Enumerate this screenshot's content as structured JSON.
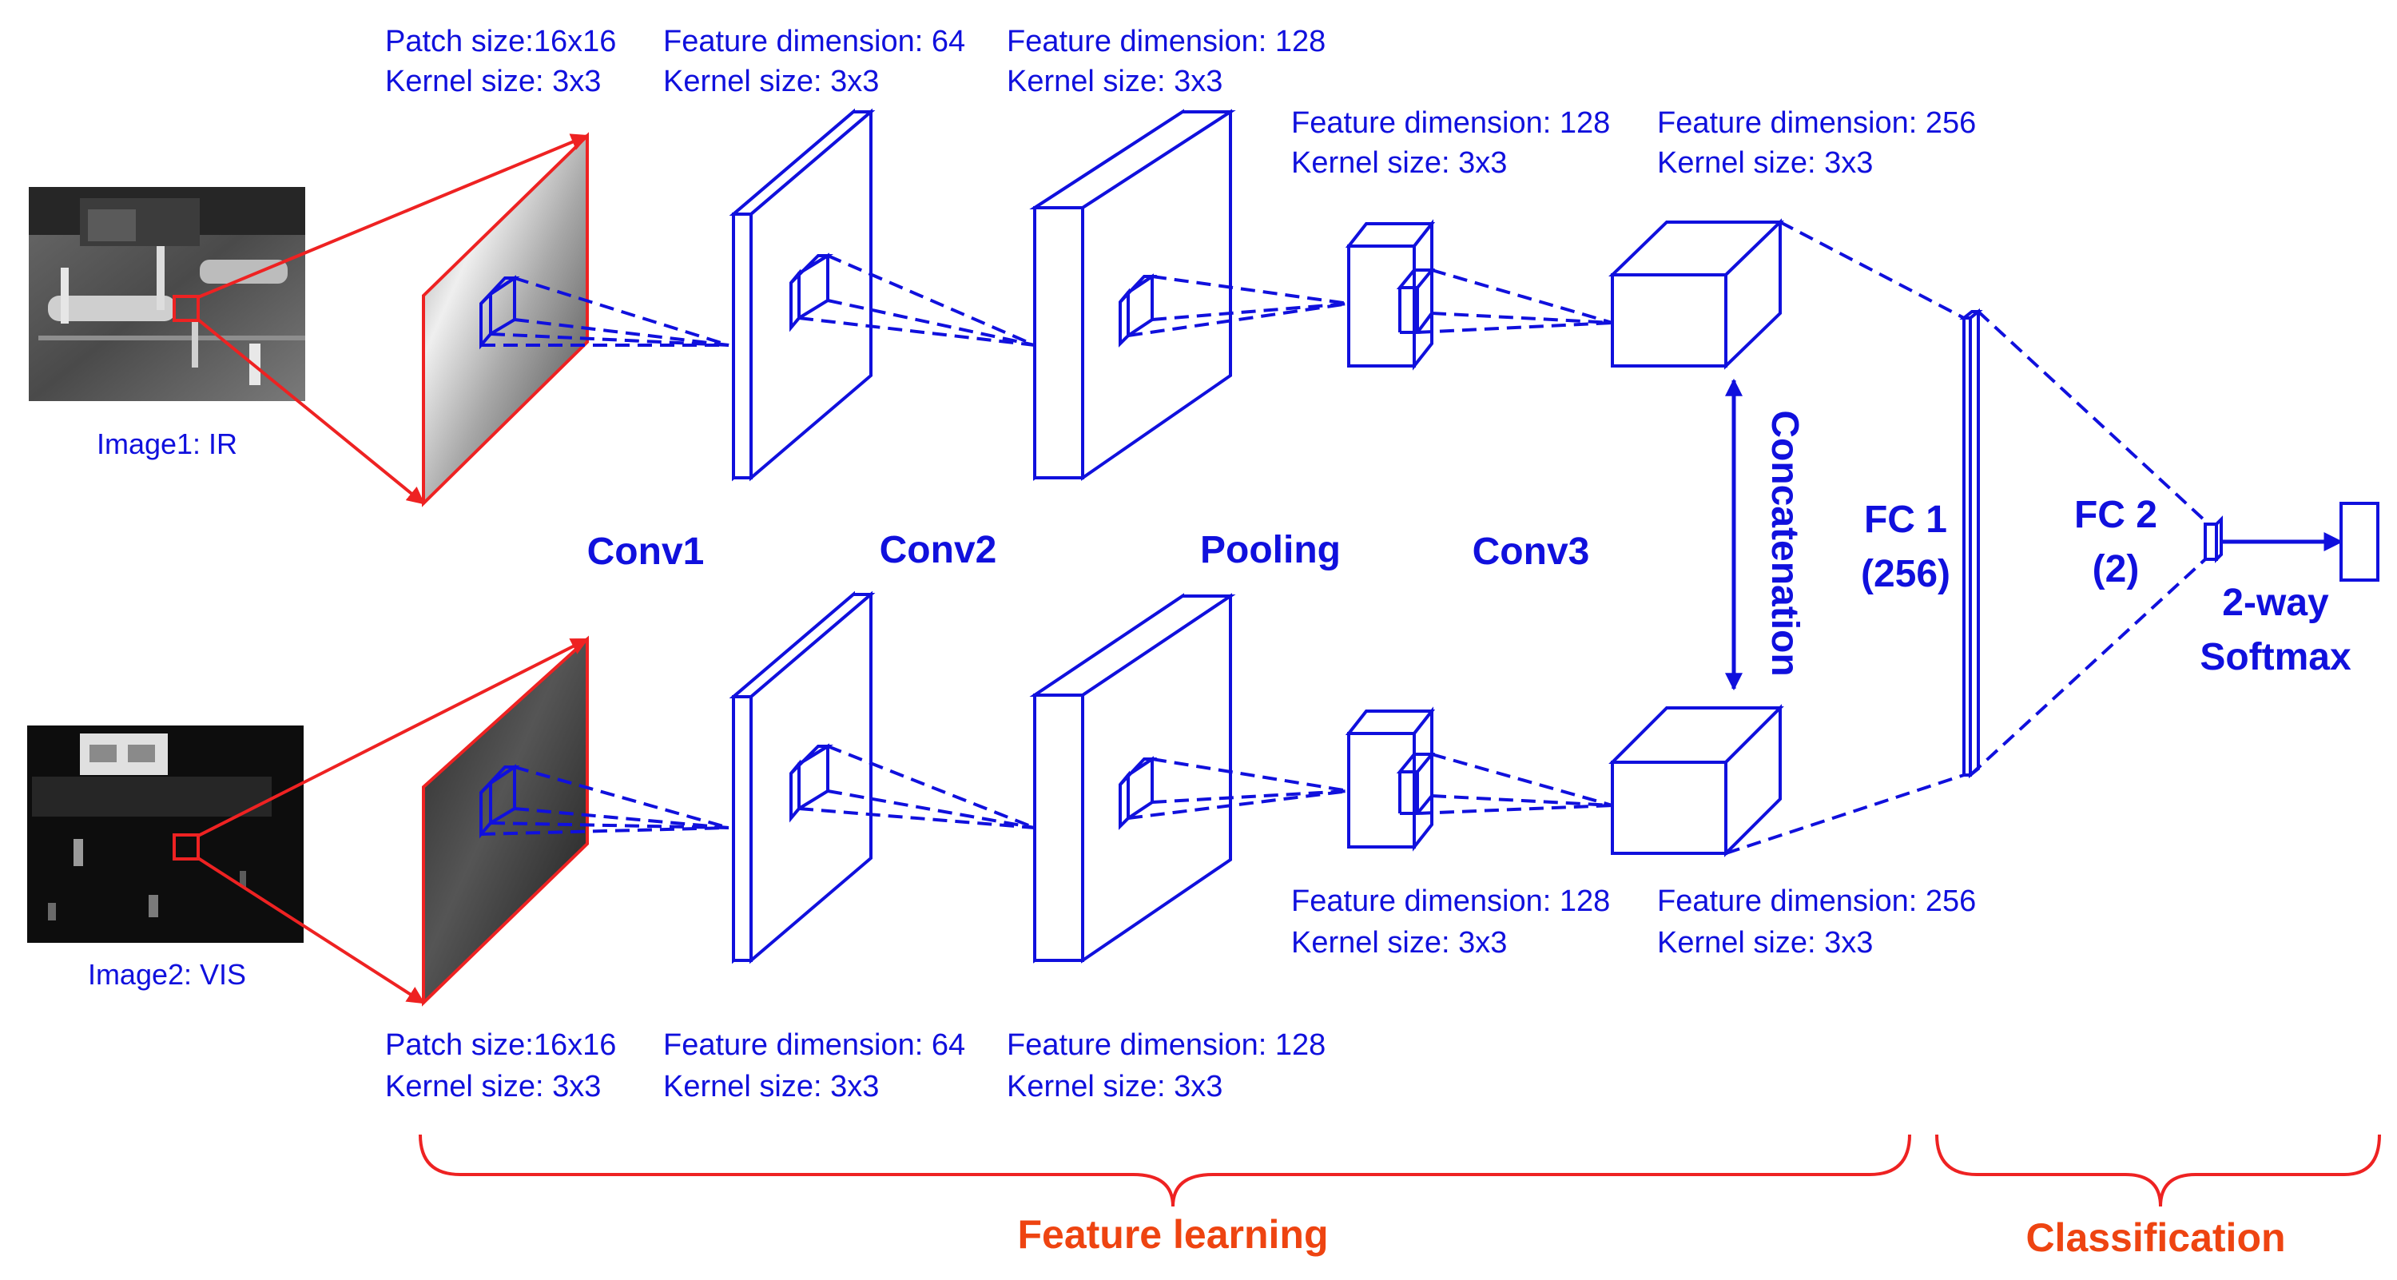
{
  "colors": {
    "network": "#1010dd",
    "highlight": "#ee2222",
    "section_label": "#ee4411",
    "background": "#ffffff"
  },
  "inputs": {
    "ir_caption": "Image1: IR",
    "vis_caption": "Image2: VIS"
  },
  "top_captions": {
    "patch": [
      "Patch size:16x16",
      "Kernel size: 3x3"
    ],
    "conv1": [
      "Feature dimension: 64",
      "Kernel size: 3x3"
    ],
    "conv2": [
      "Feature dimension: 128",
      "Kernel size: 3x3"
    ],
    "pool": [
      "Feature dimension: 128",
      "Kernel size: 3x3"
    ],
    "conv3": [
      "Feature dimension: 256",
      "Kernel size: 3x3"
    ]
  },
  "bottom_captions": {
    "pool": [
      "Feature dimension: 128",
      "Kernel size: 3x3"
    ],
    "conv3": [
      "Feature dimension: 256",
      "Kernel size: 3x3"
    ],
    "patch": [
      "Patch size:16x16",
      "Kernel size: 3x3"
    ],
    "conv1": [
      "Feature dimension: 64",
      "Kernel size: 3x3"
    ],
    "conv2": [
      "Feature dimension: 128",
      "Kernel size: 3x3"
    ]
  },
  "layers": {
    "conv1": "Conv1",
    "conv2": "Conv2",
    "pooling": "Pooling",
    "conv3": "Conv3",
    "concatenation": "Concatenation",
    "fc1": [
      "FC 1",
      "(256)"
    ],
    "fc2": [
      "FC 2",
      "(2)"
    ],
    "softmax": [
      "2-way",
      "Softmax"
    ]
  },
  "sections": {
    "feature_learning": "Feature learning",
    "classification": "Classification"
  }
}
